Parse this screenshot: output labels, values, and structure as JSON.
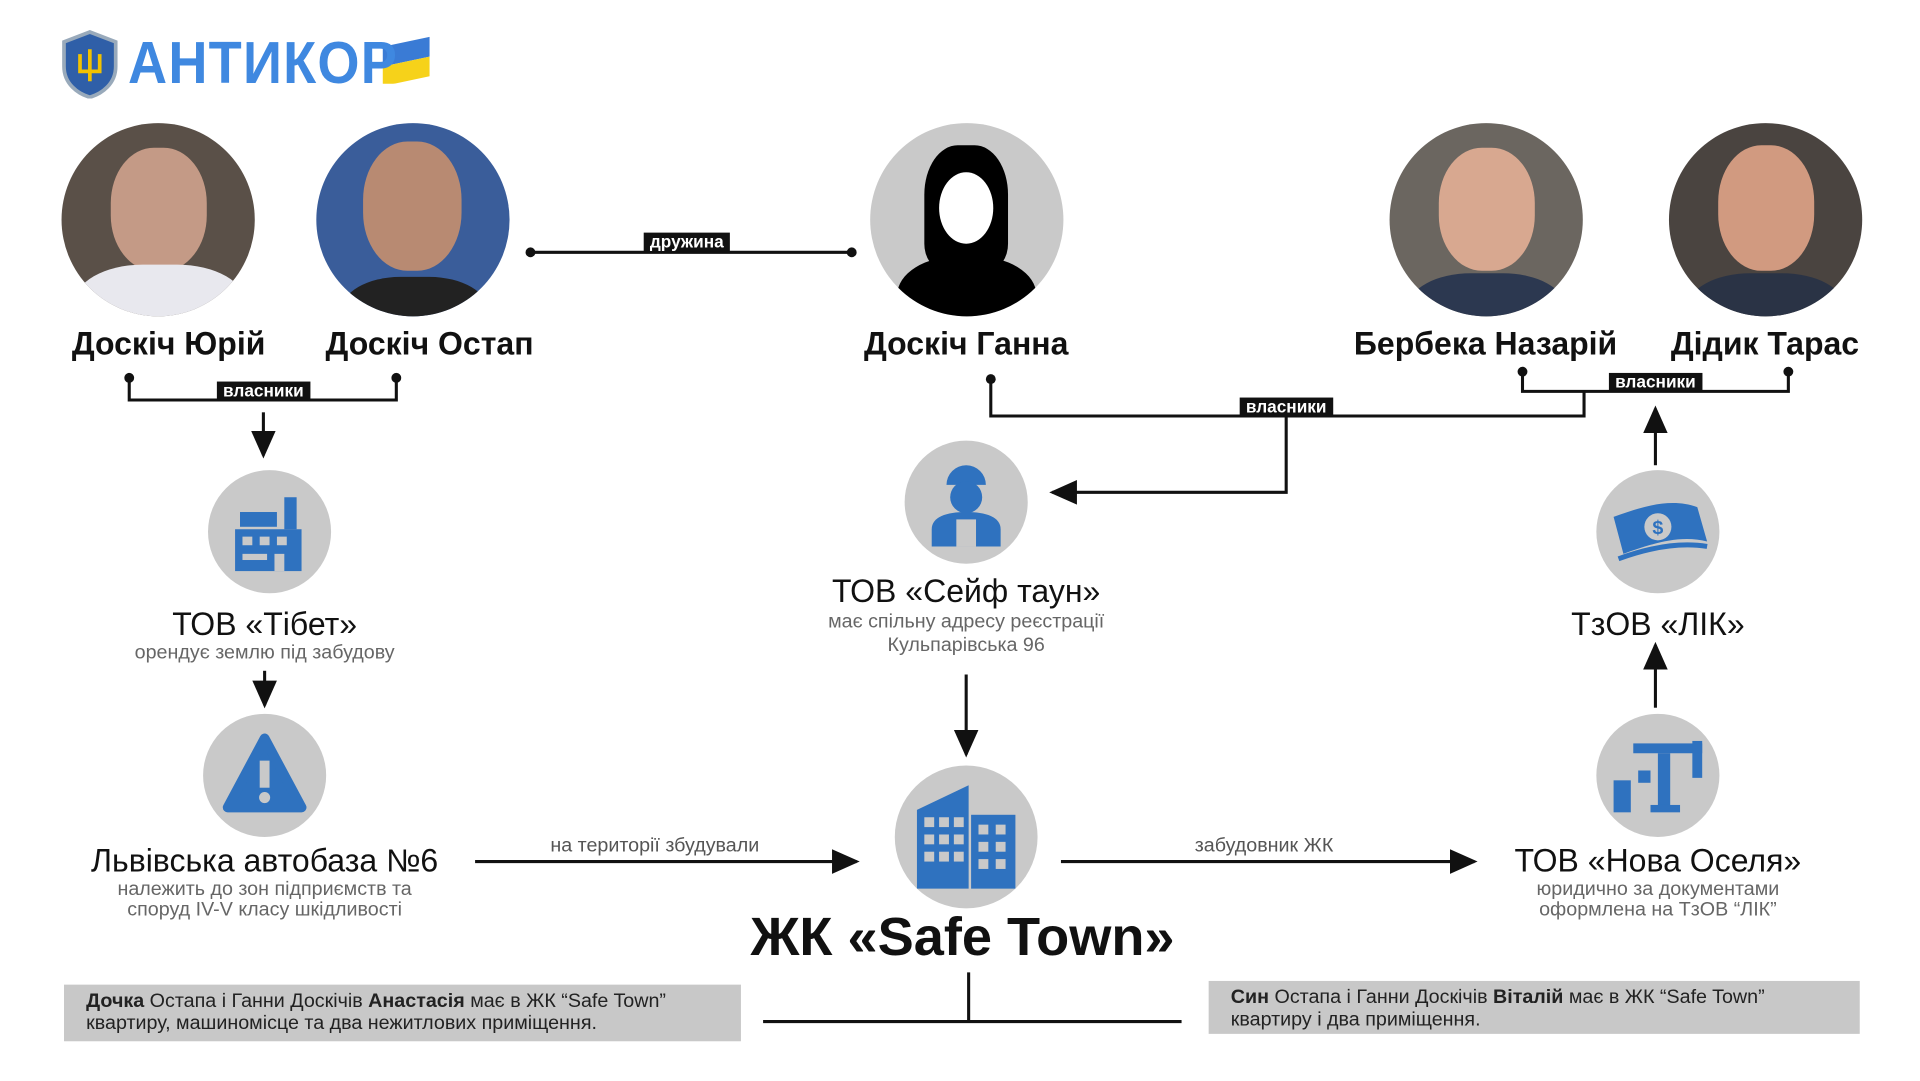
{
  "logo": {
    "text": "АНТИКОР"
  },
  "people": [
    {
      "name": "Доскіч Юрій"
    },
    {
      "name": "Доскіч Остап"
    },
    {
      "name": "Доскіч Ганна"
    },
    {
      "name": "Бербека Назарій"
    },
    {
      "name": "Дідик Тарас"
    }
  ],
  "relations": {
    "spouse": "дружина",
    "owners_left": "власники",
    "owners_mid": "власники",
    "owners_right": "власники"
  },
  "entities": {
    "tibet": {
      "title": "ТОВ «Тібет»",
      "sub": "орендує землю під забудову"
    },
    "autobase": {
      "title": "Львівська автобаза №6",
      "sub1": "належить до зон підприємств та",
      "sub2": "споруд IV-V класу шкідливості"
    },
    "safetown_co": {
      "title": "ТОВ «Сейф таун»",
      "sub1": "має спільну адресу реєстрації",
      "sub2": "Кульпарівська 96"
    },
    "complex": {
      "title": "ЖК «Safe Town»"
    },
    "lik": {
      "title": "ТзОВ «ЛІК»"
    },
    "nova": {
      "title": "ТОВ «Нова Оселя»",
      "sub1": "юридично за документами",
      "sub2": "оформлена на ТзОВ “ЛІК”"
    }
  },
  "edges": {
    "built_on": "на території збудували",
    "developer": "забудовник ЖК"
  },
  "notes": {
    "left": {
      "b1": "Дочка",
      "t1": " Остапа і Ганни Доскічів ",
      "b2": "Анастасія",
      "t2": " має в ЖК “Safe Town”",
      "line2": "квартиру, машиномісце та два нежитлових приміщення."
    },
    "right": {
      "b1": "Син",
      "t1": " Остапа і Ганни Доскічів ",
      "b2": "Віталій",
      "t2": " має в ЖК “Safe Town”",
      "line2": "квартиру і два приміщення."
    }
  },
  "colors": {
    "icon_blue": "#2f72bf",
    "circle_grey": "#c9c9c9"
  }
}
